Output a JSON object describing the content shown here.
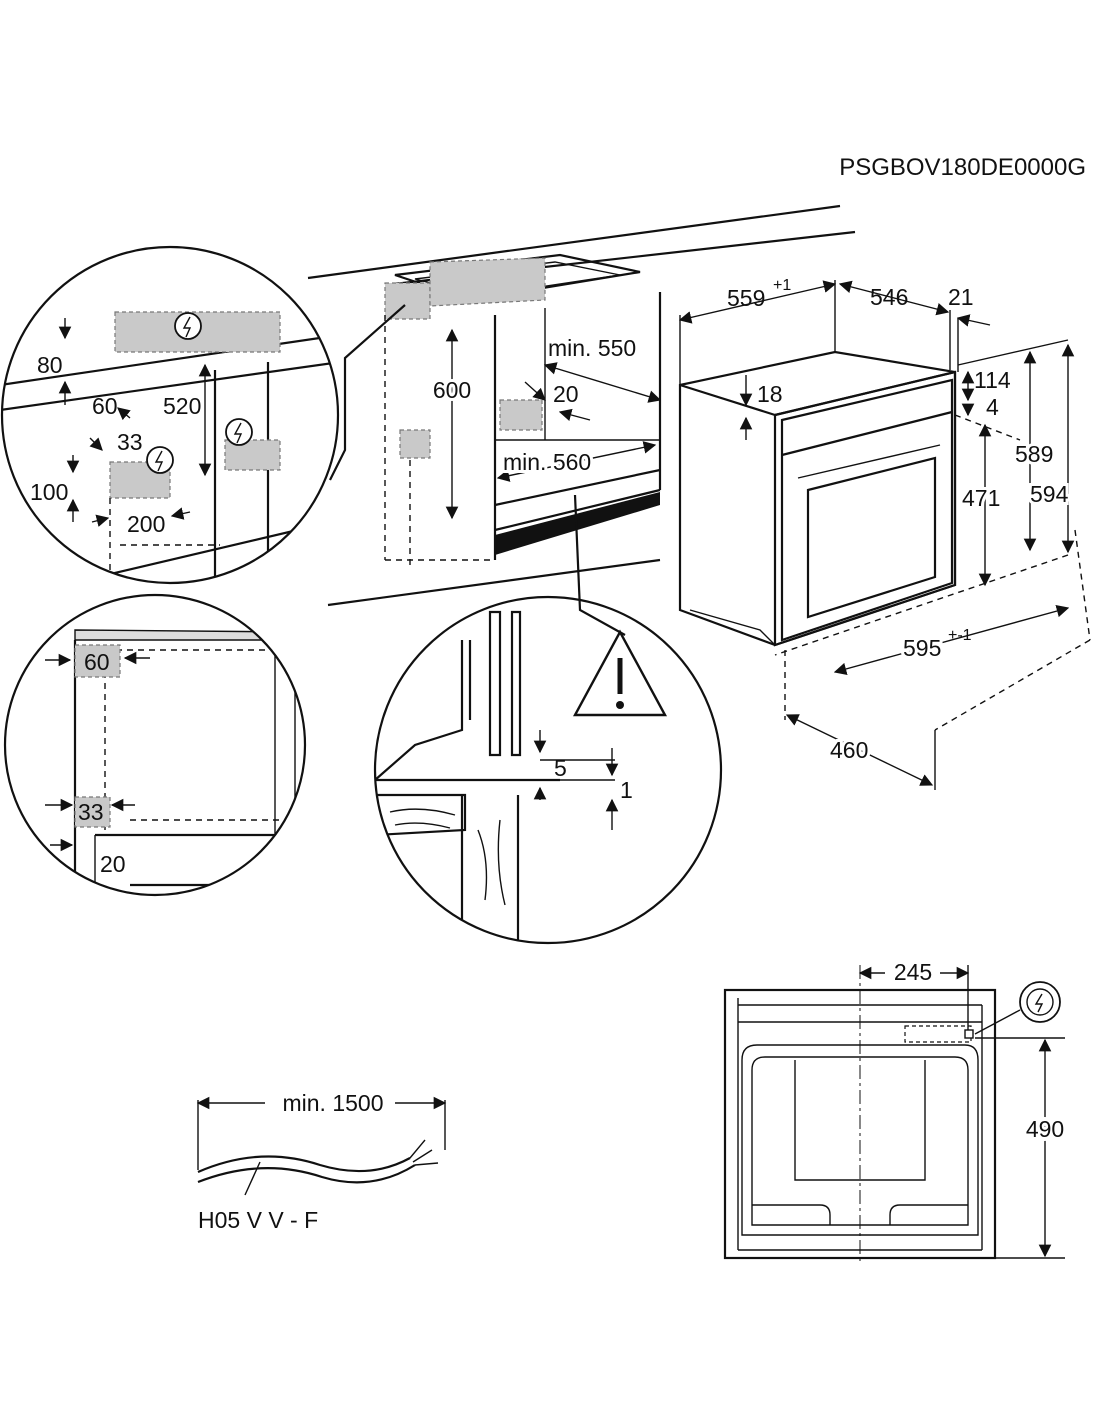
{
  "document": {
    "code": "PSGBOV180DE0000G"
  },
  "icons": {
    "electric_symbol": "electric-lightning-icon",
    "warning_symbol": "warning-triangle-icon"
  },
  "main_view": {
    "dims": {
      "d559": "559",
      "d559_sup": "+1",
      "d546": "546",
      "d21": "21",
      "min550": "min. 550",
      "d600": "600",
      "d20": "20",
      "min560": "min. 560",
      "d18": "18",
      "d114": "114",
      "d4": "4",
      "d471": "471",
      "d589": "589",
      "d594": "594",
      "d595": "595",
      "d595_sup": "+-1",
      "d460": "460"
    }
  },
  "detail_top_left": {
    "dims": {
      "d80": "80",
      "d60": "60",
      "d520": "520",
      "d33": "33",
      "d100": "100",
      "d200": "200"
    }
  },
  "detail_mid_left": {
    "dims": {
      "d60": "60",
      "d33": "33",
      "d20": "20"
    }
  },
  "detail_mid_right": {
    "dims": {
      "d5": "5",
      "d1": "1"
    }
  },
  "cable": {
    "length": "min. 1500",
    "type": "H05 V V - F"
  },
  "back_view": {
    "dims": {
      "d245": "245",
      "d490": "490"
    }
  }
}
